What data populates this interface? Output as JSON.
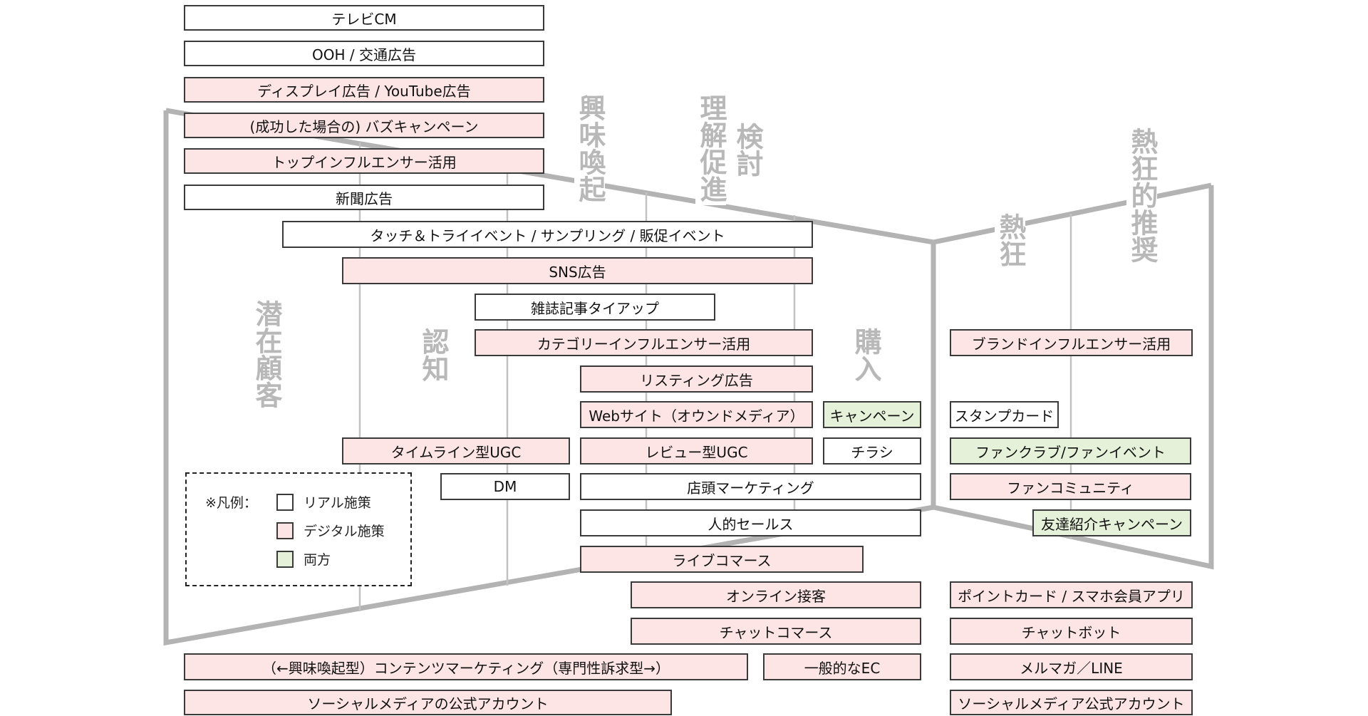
{
  "colors": {
    "real": "#ffffff",
    "digital": "#fde5e5",
    "both": "#e5f1d9",
    "stage_text": "#b8b8b8",
    "funnel_line": "#b3b3b3"
  },
  "stages": {
    "latent": "潜在顧客",
    "awareness": "認知",
    "interest": "興味喚起",
    "understanding": "理解促進",
    "consideration": "検討",
    "purchase": "購入",
    "enthusiasm": "熱狂",
    "advocacy": "熱狂的推奨"
  },
  "boxes": [
    {
      "id": "tv-cm",
      "label": "テレビCM",
      "type": "real"
    },
    {
      "id": "ooh",
      "label": "OOH / 交通広告",
      "type": "real"
    },
    {
      "id": "display-ads",
      "label": "ディスプレイ広告 / YouTube広告",
      "type": "digital"
    },
    {
      "id": "buzz-campaign",
      "label": "(成功した場合の) バズキャンペーン",
      "type": "digital"
    },
    {
      "id": "top-influencer",
      "label": "トップインフルエンサー活用",
      "type": "digital"
    },
    {
      "id": "newspaper",
      "label": "新聞広告",
      "type": "real"
    },
    {
      "id": "touch-try-event",
      "label": "タッチ＆トライイベント / サンプリング / 販促イベント",
      "type": "real"
    },
    {
      "id": "sns-ads",
      "label": "SNS広告",
      "type": "digital"
    },
    {
      "id": "magazine-tieup",
      "label": "雑誌記事タイアップ",
      "type": "real"
    },
    {
      "id": "category-influencer",
      "label": "カテゴリーインフルエンサー活用",
      "type": "digital"
    },
    {
      "id": "brand-influencer",
      "label": "ブランドインフルエンサー活用",
      "type": "digital"
    },
    {
      "id": "listing-ads",
      "label": "リスティング広告",
      "type": "digital"
    },
    {
      "id": "owned-media",
      "label": "Webサイト（オウンドメディア）",
      "type": "digital"
    },
    {
      "id": "campaign",
      "label": "キャンペーン",
      "type": "both"
    },
    {
      "id": "stamp-card",
      "label": "スタンプカード",
      "type": "real"
    },
    {
      "id": "timeline-ugc",
      "label": "タイムライン型UGC",
      "type": "digital"
    },
    {
      "id": "review-ugc",
      "label": "レビュー型UGC",
      "type": "digital"
    },
    {
      "id": "flyer",
      "label": "チラシ",
      "type": "real"
    },
    {
      "id": "fan-club",
      "label": "ファンクラブ/ファンイベント",
      "type": "both"
    },
    {
      "id": "dm",
      "label": "DM",
      "type": "real"
    },
    {
      "id": "in-store-marketing",
      "label": "店頭マーケティング",
      "type": "real"
    },
    {
      "id": "fan-community",
      "label": "ファンコミュニティ",
      "type": "digital"
    },
    {
      "id": "personal-sales",
      "label": "人的セールス",
      "type": "real"
    },
    {
      "id": "referral-campaign",
      "label": "友達紹介キャンペーン",
      "type": "both"
    },
    {
      "id": "live-commerce",
      "label": "ライブコマース",
      "type": "digital"
    },
    {
      "id": "online-service",
      "label": "オンライン接客",
      "type": "digital"
    },
    {
      "id": "point-card",
      "label": "ポイントカード / スマホ会員アプリ",
      "type": "digital"
    },
    {
      "id": "chat-commerce",
      "label": "チャットコマース",
      "type": "digital"
    },
    {
      "id": "chatbot",
      "label": "チャットボット",
      "type": "digital"
    },
    {
      "id": "content-marketing",
      "label": "（←興味喚起型）コンテンツマーケティング（専門性訴求型→）",
      "type": "digital"
    },
    {
      "id": "general-ec",
      "label": "一般的なEC",
      "type": "digital"
    },
    {
      "id": "newsletter-line",
      "label": "メルマガ／LINE",
      "type": "digital"
    },
    {
      "id": "social-official",
      "label": "ソーシャルメディアの公式アカウント",
      "type": "digital"
    },
    {
      "id": "social-official-right",
      "label": "ソーシャルメディア公式アカウント",
      "type": "digital"
    }
  ],
  "legend": {
    "title": "※凡例：",
    "real_label": "リアル施策",
    "digital_label": "デジタル施策",
    "both_label": "両方"
  }
}
